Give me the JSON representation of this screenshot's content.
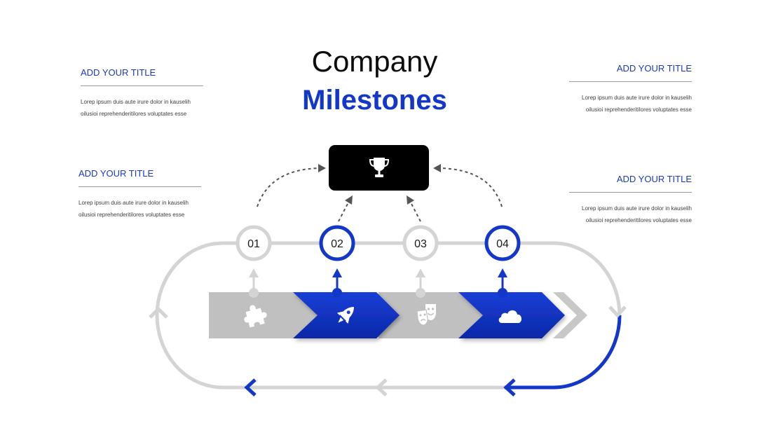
{
  "title": {
    "line1": "Company",
    "line2": "Milestones"
  },
  "blocks": [
    {
      "heading": "ADD YOUR TITLE",
      "body_line1": "Lorep  ipsum duis aute irure dolor in kauselih",
      "body_line2": "oilusioi reprehenderitilores voluptates esse"
    },
    {
      "heading": "ADD YOUR TITLE",
      "body_line1": "Lorep  ipsum duis aute irure dolor in kauselih",
      "body_line2": "oilusioi reprehenderitilores voluptates esse"
    },
    {
      "heading": "ADD YOUR TITLE",
      "body_line1": "Lorep  ipsum duis aute irure dolor in kauselih",
      "body_line2": "oilusioi reprehenderitilores voluptates esse"
    },
    {
      "heading": "ADD YOUR TITLE",
      "body_line1": "Lorep  ipsum duis aute irure dolor in kauselih",
      "body_line2": "oilusioi reprehenderitilores voluptates esse"
    }
  ],
  "trophy_icon": "trophy-icon",
  "milestones": [
    {
      "number": "01",
      "icon": "puzzle-icon",
      "color": "#bfbfbf"
    },
    {
      "number": "02",
      "icon": "rocket-icon",
      "color": "#1237c9"
    },
    {
      "number": "03",
      "icon": "theater-masks-icon",
      "color": "#bfbfbf"
    },
    {
      "number": "04",
      "icon": "cloud-icon",
      "color": "#1237c9"
    }
  ],
  "colors": {
    "accent": "#1237c9",
    "gray": "#bfbfbf",
    "dark": "#000000"
  }
}
